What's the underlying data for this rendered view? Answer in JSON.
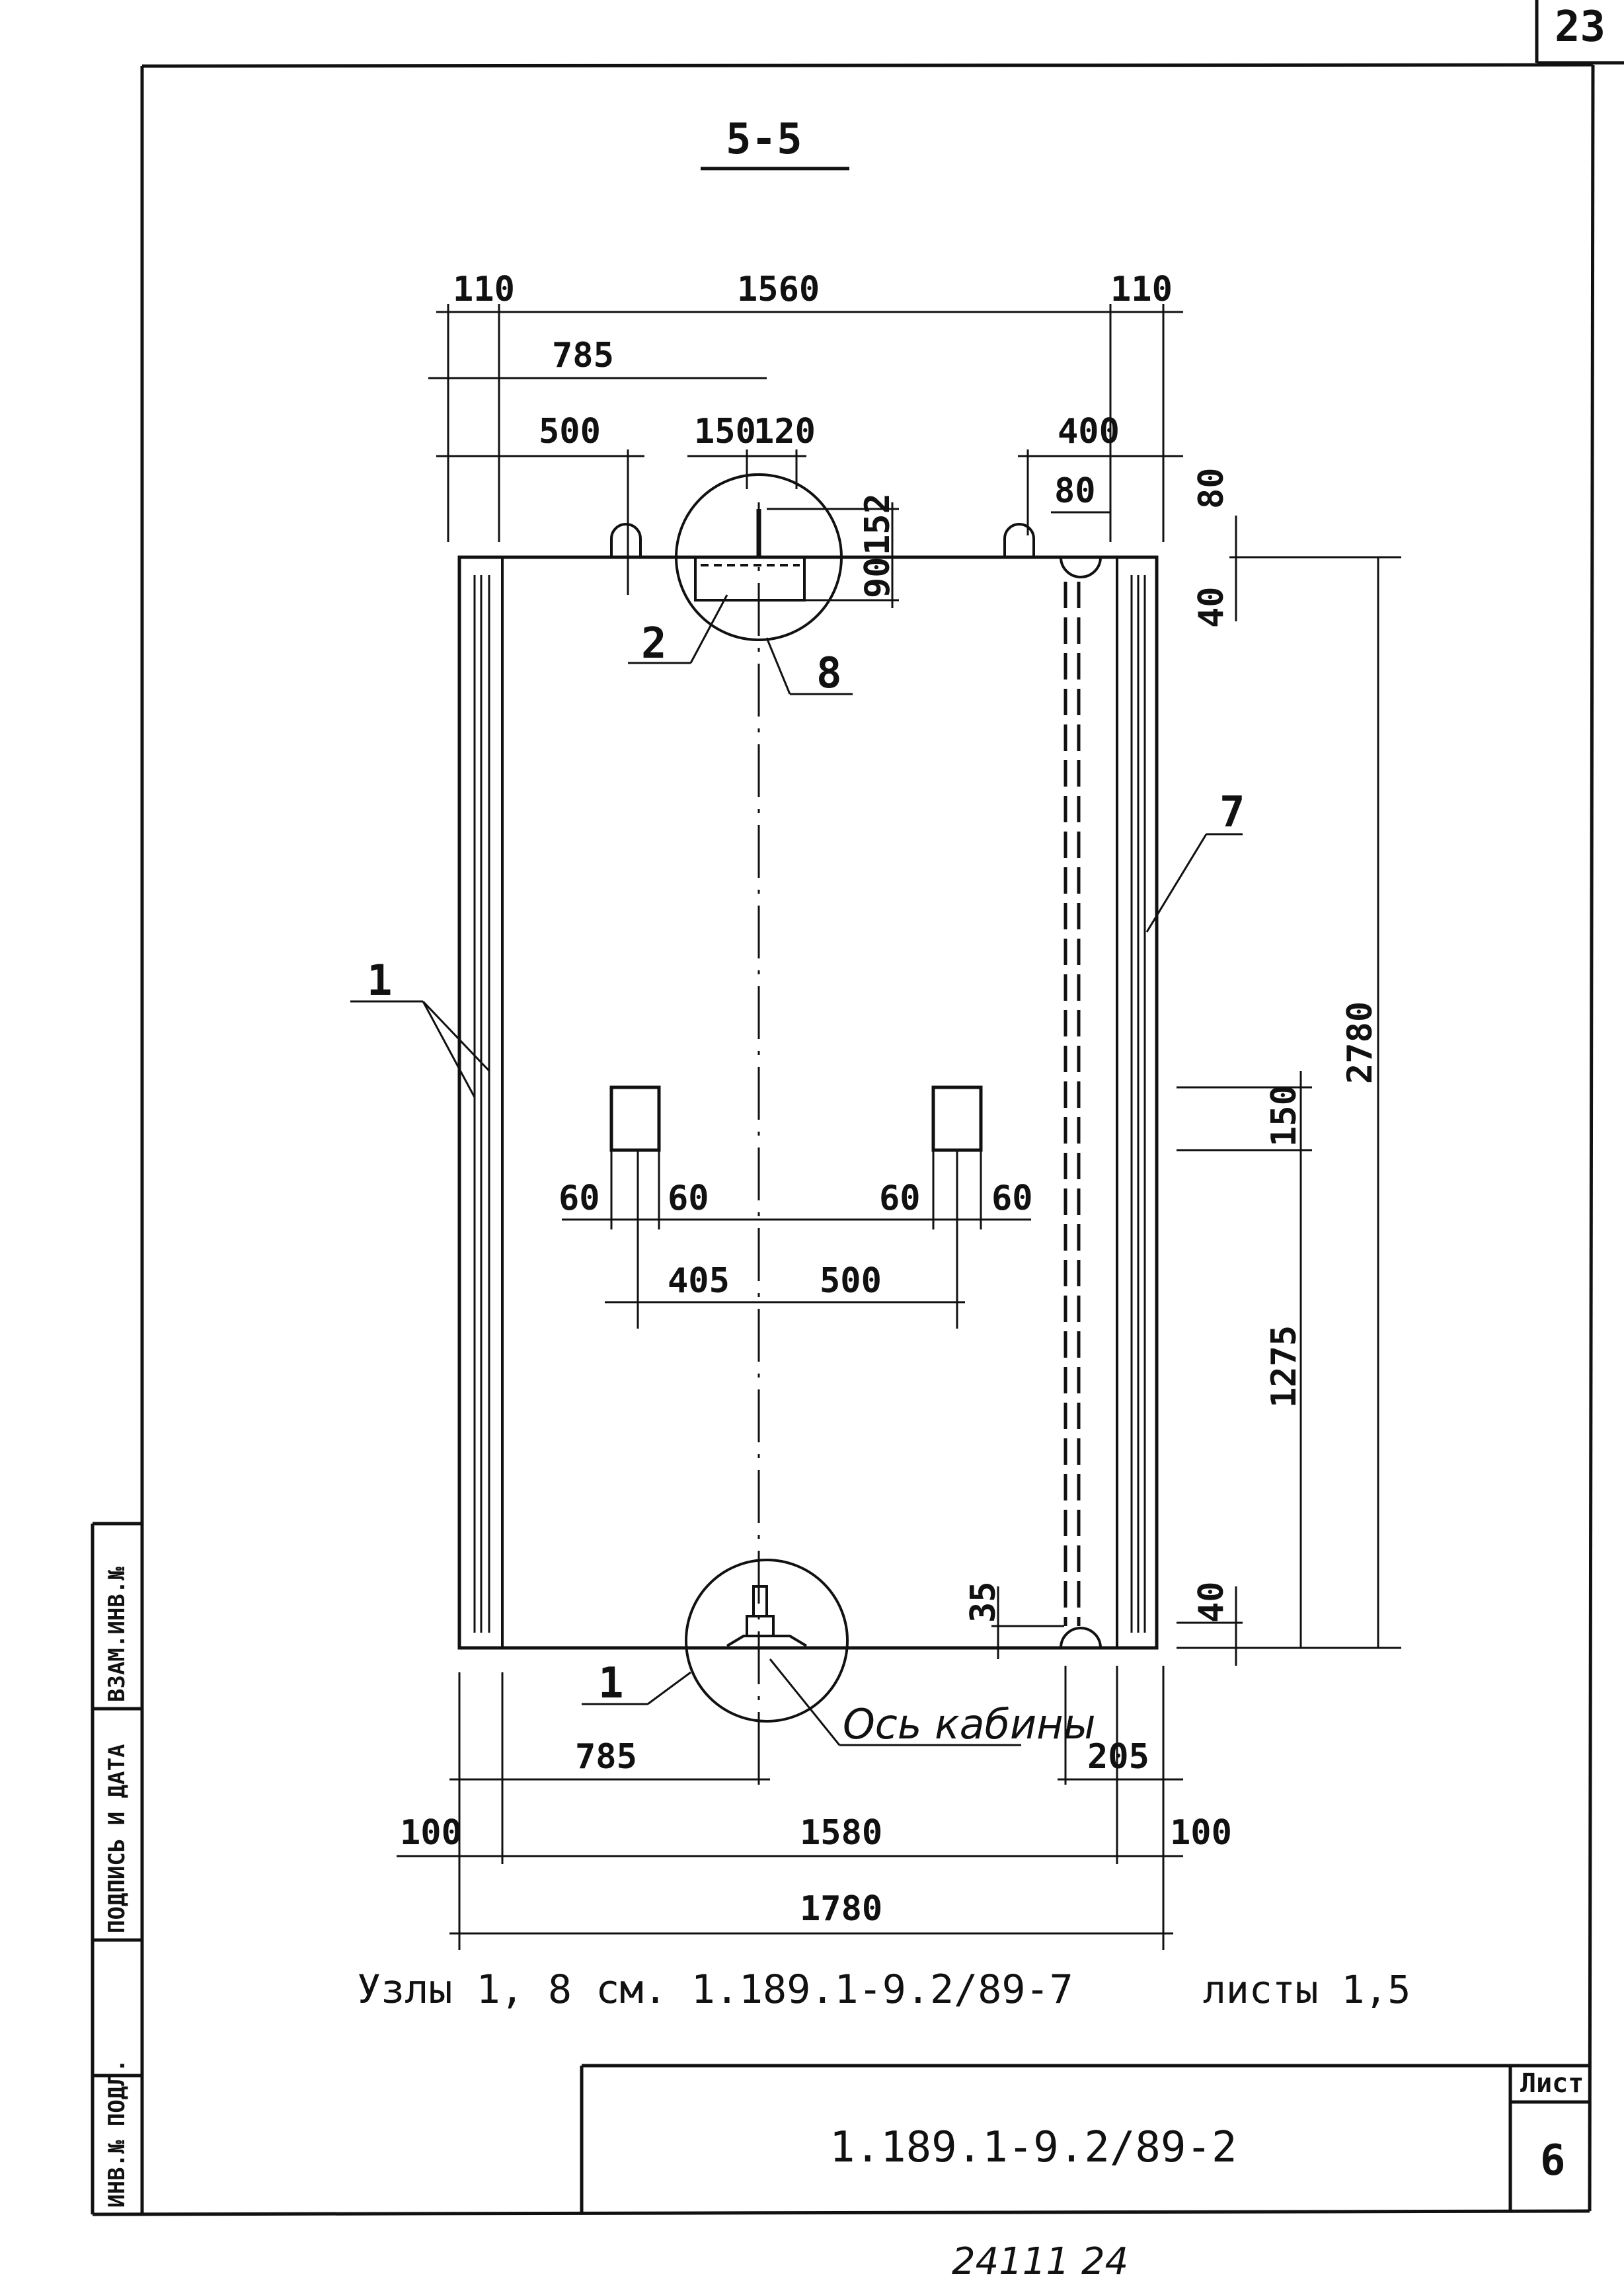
{
  "page_number": "23",
  "section_title": "5-5",
  "dimensions": {
    "top_left_margin": "110",
    "top_span": "1560",
    "top_right_margin": "110",
    "axis_offset_top": "785",
    "hook_left": "500",
    "detail_150": "150",
    "detail_120": "120",
    "hook_right": "400",
    "slot_80": "80",
    "top_80": "80",
    "detail_152": "152",
    "detail_90": "90",
    "top_40": "40",
    "right_height": "2780",
    "right_150": "150",
    "right_1275": "1275",
    "bottom_40": "40",
    "left_60a": "60",
    "left_60b": "60",
    "right_60a": "60",
    "right_60b": "60",
    "span_405": "405",
    "span_500": "500",
    "bottom_35": "35",
    "axis_offset_bottom": "785",
    "bottom_205": "205",
    "bottom_100_left": "100",
    "bottom_span": "1580",
    "bottom_100_right": "100",
    "overall_1780": "1780"
  },
  "callouts": {
    "c1_left": "1",
    "c2": "2",
    "c8": "8",
    "c7": "7",
    "c1_bottom": "1"
  },
  "axis_label": "Ось кабины",
  "note_left": "Узлы 1, 8 см. 1.189.1-9.2/89-7",
  "note_right": "листы 1,5",
  "title_block": {
    "doc_code": "1.189.1-9.2/89-2",
    "sheet_label": "Лист",
    "sheet_number": "6"
  },
  "side_stamp": {
    "inv_podl": "ИНВ.№ ПОДЛ.",
    "podpis_data": "ПОДПИСЬ И ДАТА",
    "vzam_inv": "ВЗАМ.ИНВ.№"
  },
  "bottom_handwritten": "24111  24"
}
